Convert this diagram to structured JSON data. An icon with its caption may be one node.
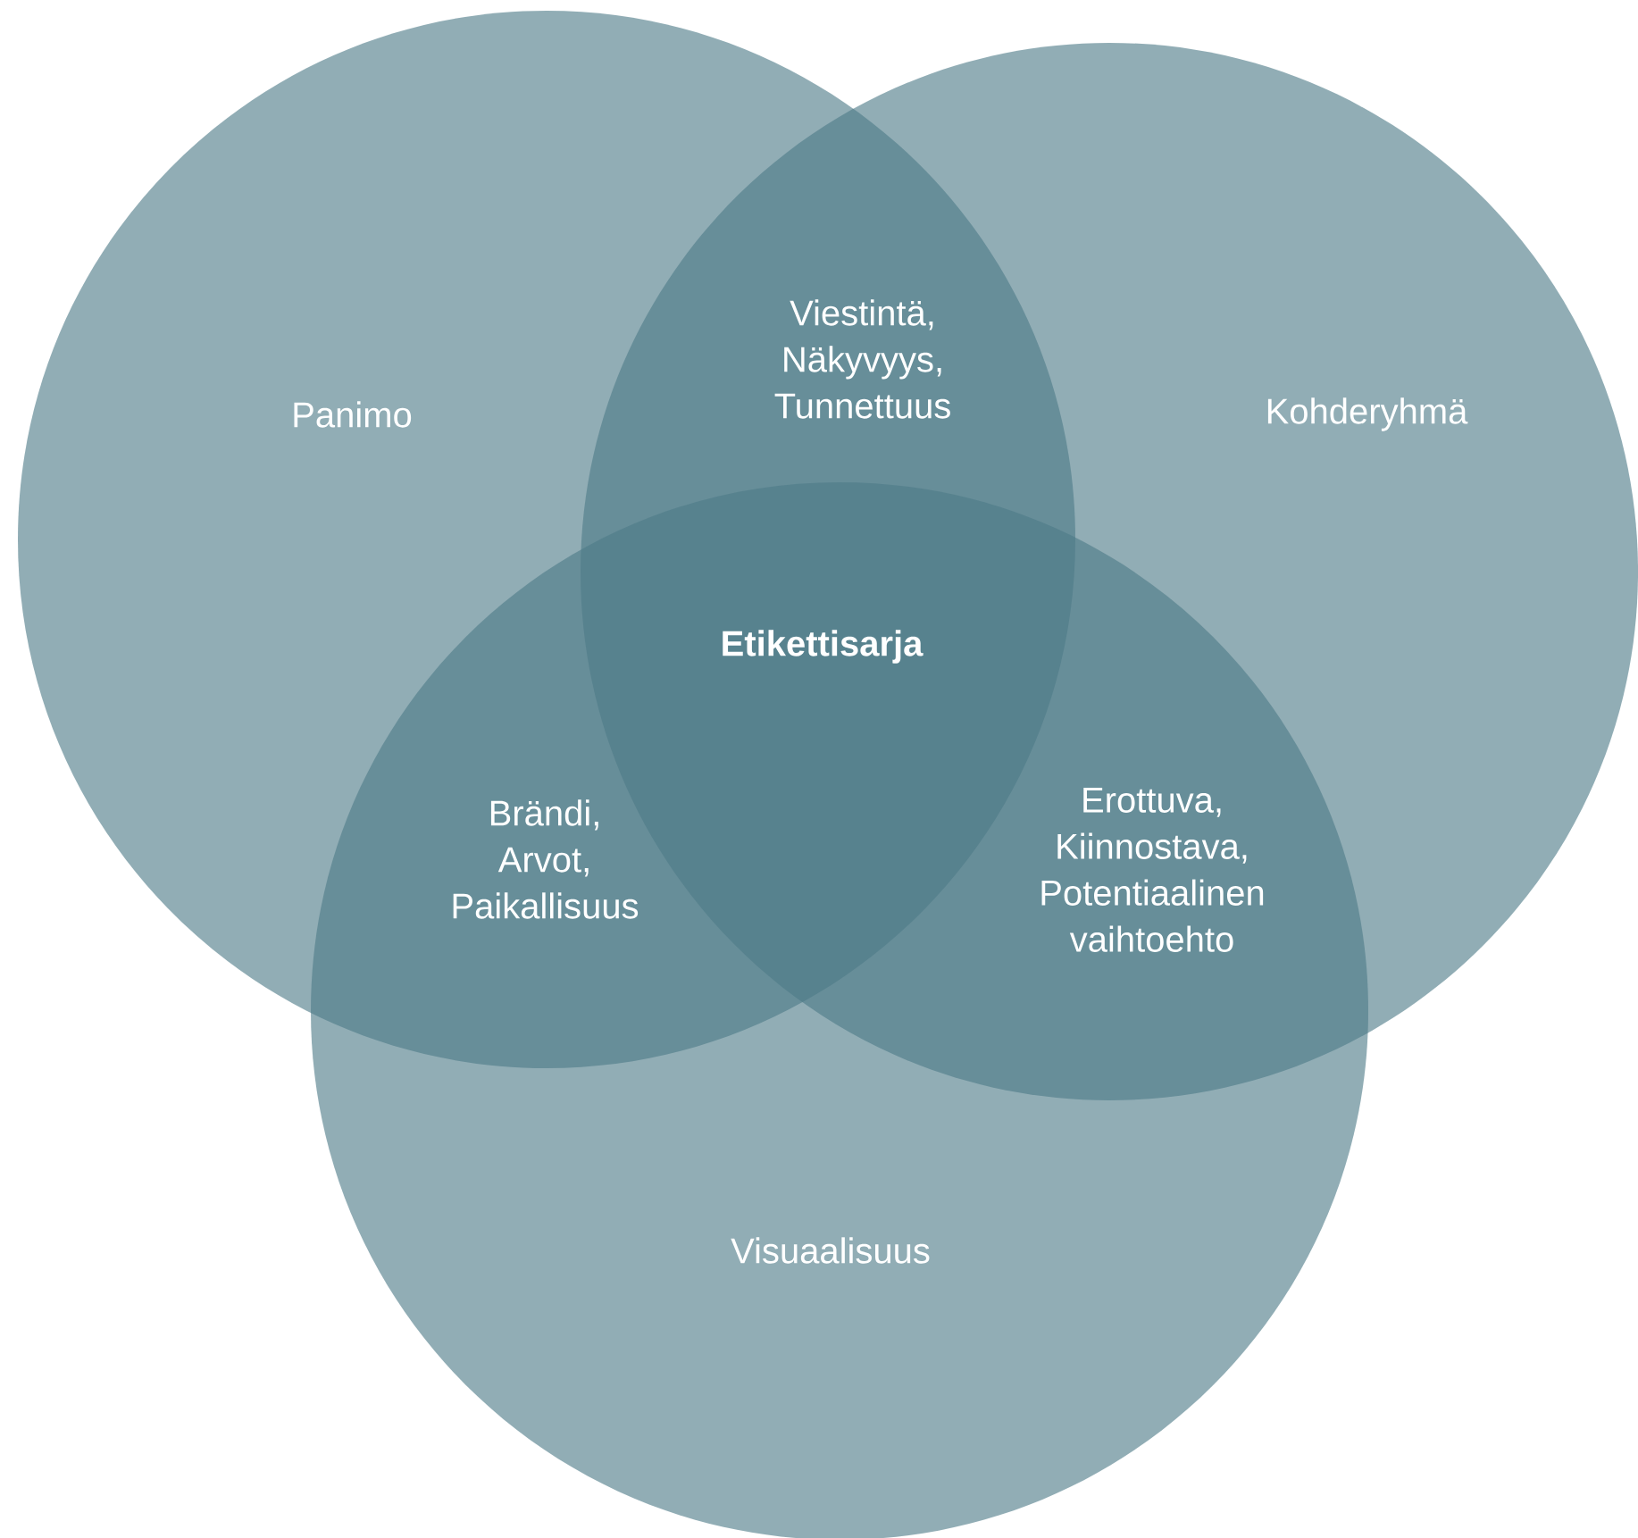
{
  "diagram": {
    "nodes": [
      {
        "text": [
          "Panimo"
        ]
      },
      {
        "text": [
          "Kohderyhmä"
        ]
      },
      {
        "text": [
          "Visuaalisuus"
        ]
      }
    ],
    "labels": [
      "Viestintä, Näkyvyys, Tunnettuus",
      "Etikettisarja",
      "Brändi, Arvot, Paikallisuus",
      "Erottuva, Kiinnostava, Potentiaalinen vaihtoehto"
    ]
  }
}
